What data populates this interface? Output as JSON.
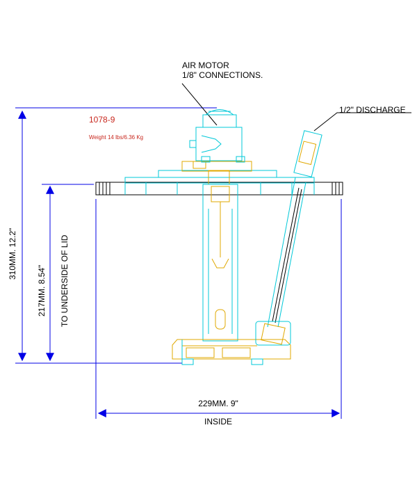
{
  "model": "1078-9",
  "weight": "Weight 14 lbs/6.36 Kg",
  "air_motor_line1": "AIR MOTOR",
  "air_motor_line2": "1/8\" CONNECTIONS.",
  "discharge": "1/2\" DISCHARGE",
  "overall_height": "310MM.  12.2\"",
  "lid_height": "217MM.  8.54\"",
  "lid_note": "TO UNDERSIDE OF LID",
  "width": "229MM.  9\"",
  "width_note": "INSIDE",
  "colors": {
    "dimension": "#0000e6",
    "outline": "#00c8d8",
    "detail": "#e0a800",
    "note": "#c8281e"
  }
}
